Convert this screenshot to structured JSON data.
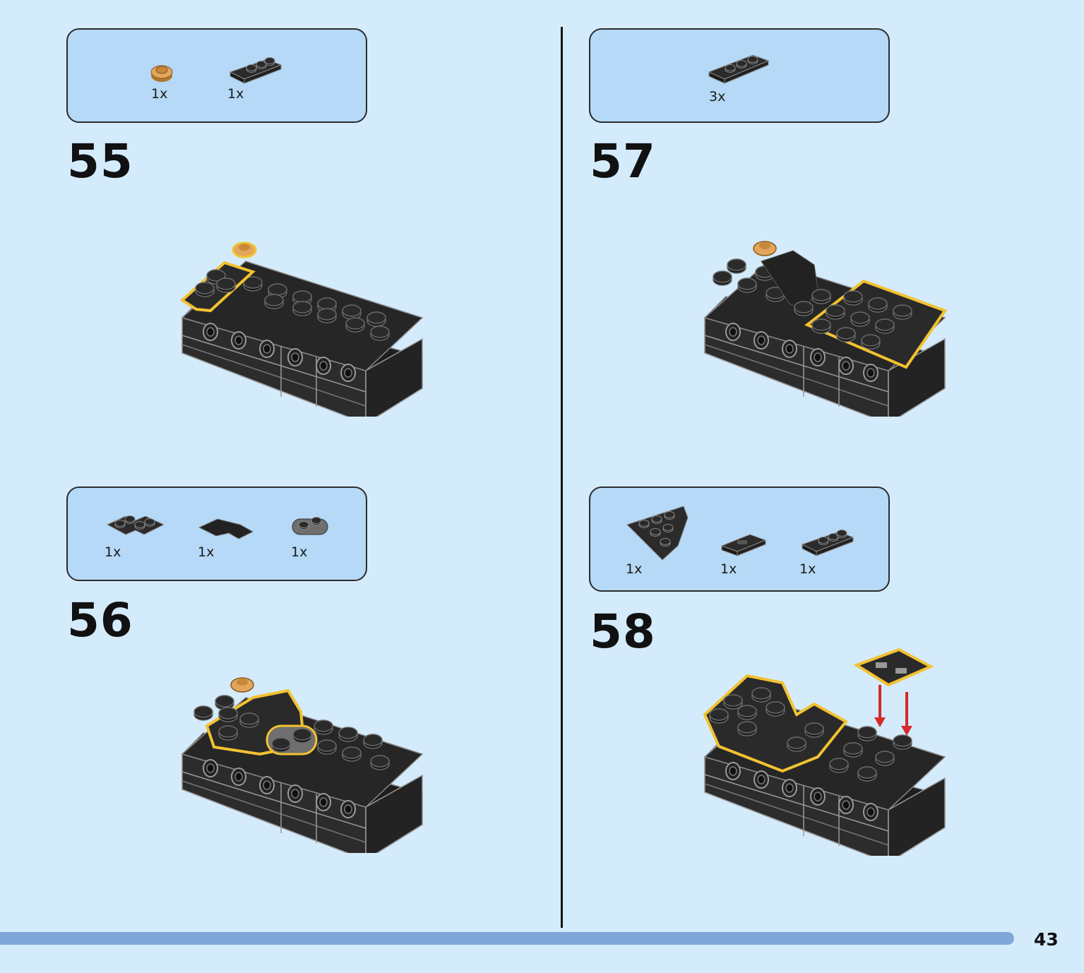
{
  "steps": [
    {
      "number": "55",
      "parts": [
        {
          "qty": "1x",
          "icon": "gold-round-plate-icon"
        },
        {
          "qty": "1x",
          "icon": "black-clip-plate-icon"
        }
      ]
    },
    {
      "number": "56",
      "parts": [
        {
          "qty": "1x",
          "icon": "black-corner-plate-icon"
        },
        {
          "qty": "1x",
          "icon": "black-wedge-tile-icon"
        },
        {
          "qty": "1x",
          "icon": "grey-round-plate-1x2-icon"
        }
      ]
    },
    {
      "number": "57",
      "parts": [
        {
          "qty": "3x",
          "icon": "black-plate-1x3-icon"
        }
      ]
    },
    {
      "number": "58",
      "parts": [
        {
          "qty": "1x",
          "icon": "black-wedge-plate-icon"
        },
        {
          "qty": "1x",
          "icon": "black-jumper-tile-icon"
        },
        {
          "qty": "1x",
          "icon": "black-clip-plate-icon"
        }
      ]
    }
  ],
  "page_number": "43",
  "colors": {
    "background": "#d4ebfb",
    "parts_box": "#b5d9f6",
    "highlight": "#f2c230",
    "arrow": "#d42a2a",
    "progress": "#7fa7d9"
  }
}
